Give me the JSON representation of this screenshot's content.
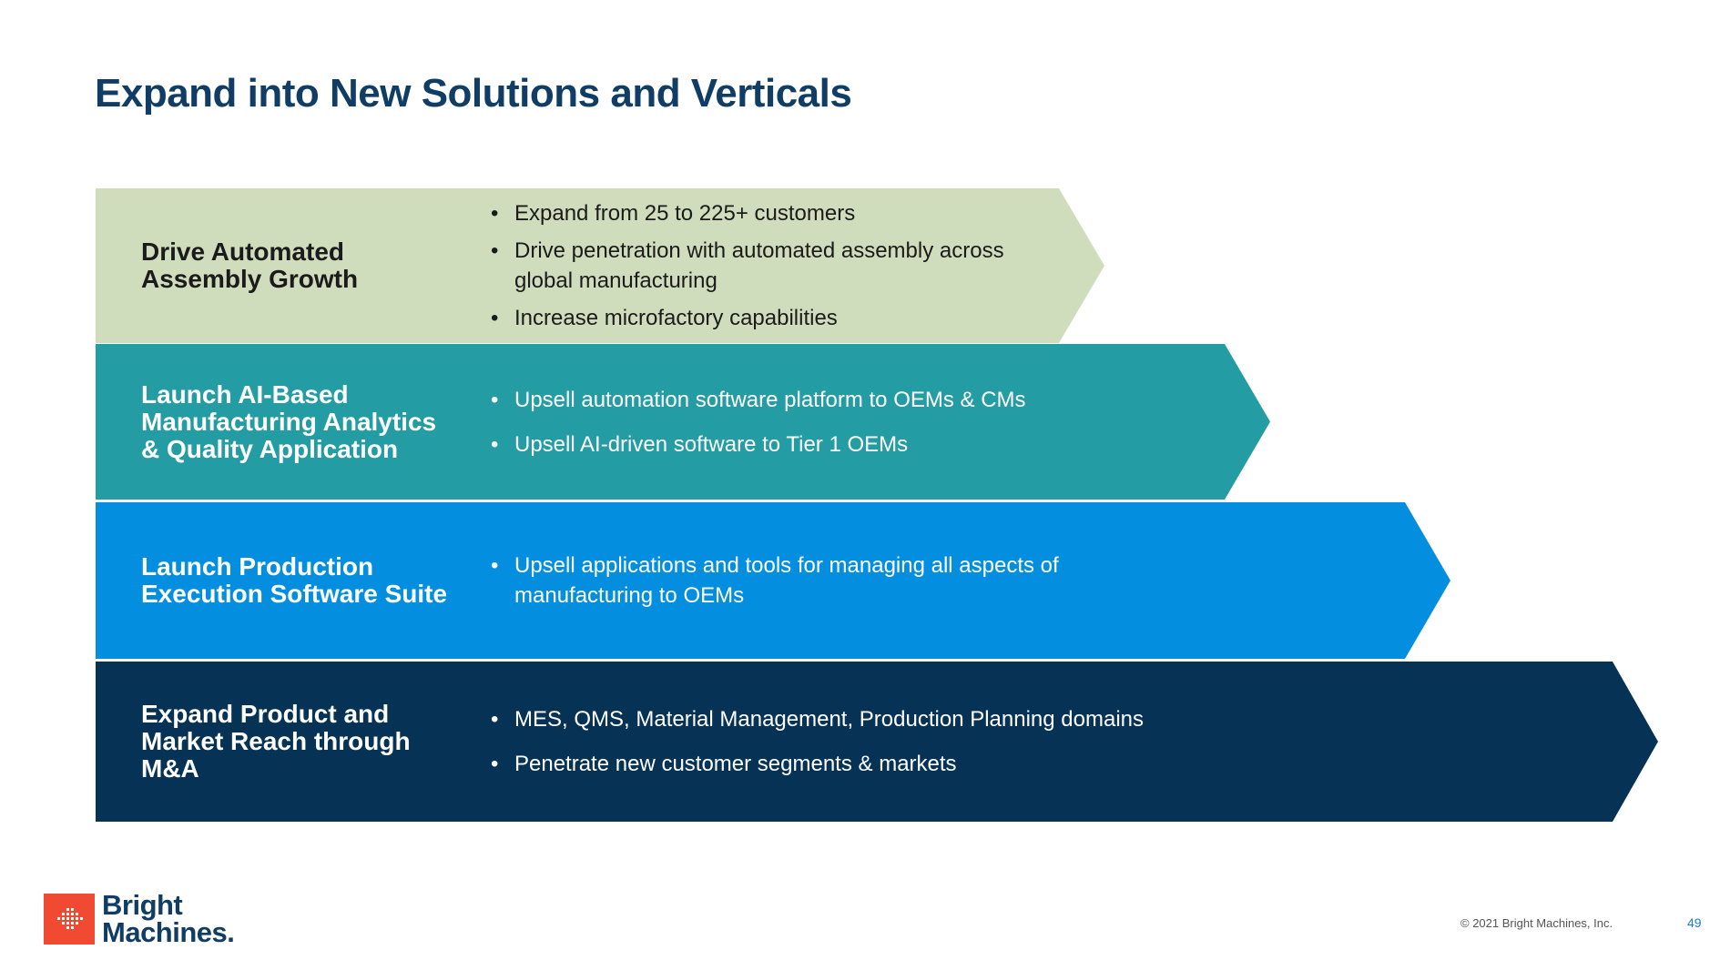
{
  "page": {
    "title": "Expand into New Solutions and Verticals"
  },
  "colors": {
    "title": "#0f3d66",
    "band1": "#d0ddbc",
    "band2": "#239ca3",
    "band3": "#038ee0",
    "band4": "#053255",
    "logo_accent": "#f04a32"
  },
  "bands": [
    {
      "heading": [
        "Drive Automated",
        "Assembly Growth"
      ],
      "bullets": [
        [
          "Expand from 25 to 225+ customers"
        ],
        [
          "Drive penetration with automated assembly across",
          "global manufacturing"
        ],
        [
          "Increase microfactory capabilities"
        ]
      ]
    },
    {
      "heading": [
        "Launch AI-Based",
        "Manufacturing Analytics",
        "& Quality Application"
      ],
      "bullets": [
        [
          "Upsell automation software platform to OEMs & CMs"
        ],
        [
          "Upsell AI-driven software to Tier 1 OEMs"
        ]
      ]
    },
    {
      "heading": [
        "Launch Production",
        "Execution Software Suite"
      ],
      "bullets": [
        [
          "Upsell applications and tools for managing all aspects of",
          "manufacturing to OEMs"
        ]
      ]
    },
    {
      "heading": [
        "Expand Product and",
        "Market Reach through",
        "M&A"
      ],
      "bullets": [
        [
          "MES, QMS, Material Management, Production Planning domains"
        ],
        [
          "Penetrate new customer segments & markets"
        ]
      ]
    }
  ],
  "bullet_symbol": "•",
  "footer": {
    "logo_line1": "Bright",
    "logo_line2": "Machines.",
    "logo_icon": "dotted-grid-icon",
    "copyright": "© 2021 Bright Machines, Inc.",
    "page_number": "49"
  }
}
